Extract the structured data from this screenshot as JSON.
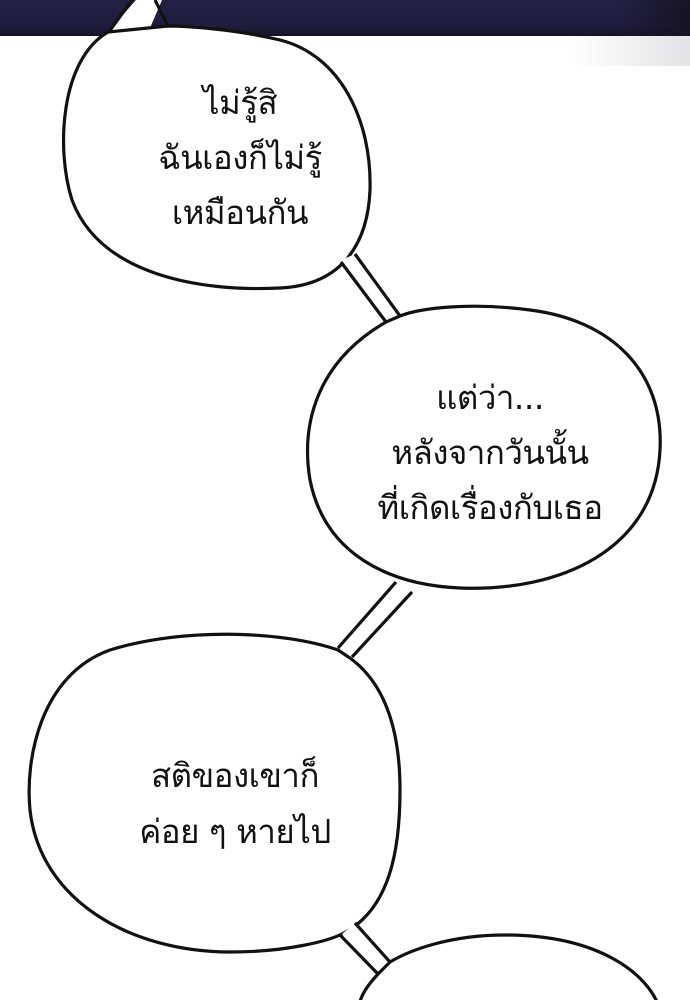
{
  "panel": {
    "background_color": "#ffffff",
    "top_band_color": "#22213f",
    "outline_color": "#111111"
  },
  "bubbles": [
    {
      "id": "bubble-1",
      "lines": [
        "ไม่รู้สิ",
        "ฉันเองก็ไม่รู้",
        "เหมือนกัน"
      ]
    },
    {
      "id": "bubble-2",
      "lines": [
        "แต่ว่า...",
        "หลังจากวันนั้น",
        "ที่เกิดเรื่องกับเธอ"
      ]
    },
    {
      "id": "bubble-3",
      "lines": [
        "สติของเขาก็",
        "ค่อย ๆ หายไป"
      ]
    },
    {
      "id": "bubble-4",
      "lines": []
    }
  ]
}
